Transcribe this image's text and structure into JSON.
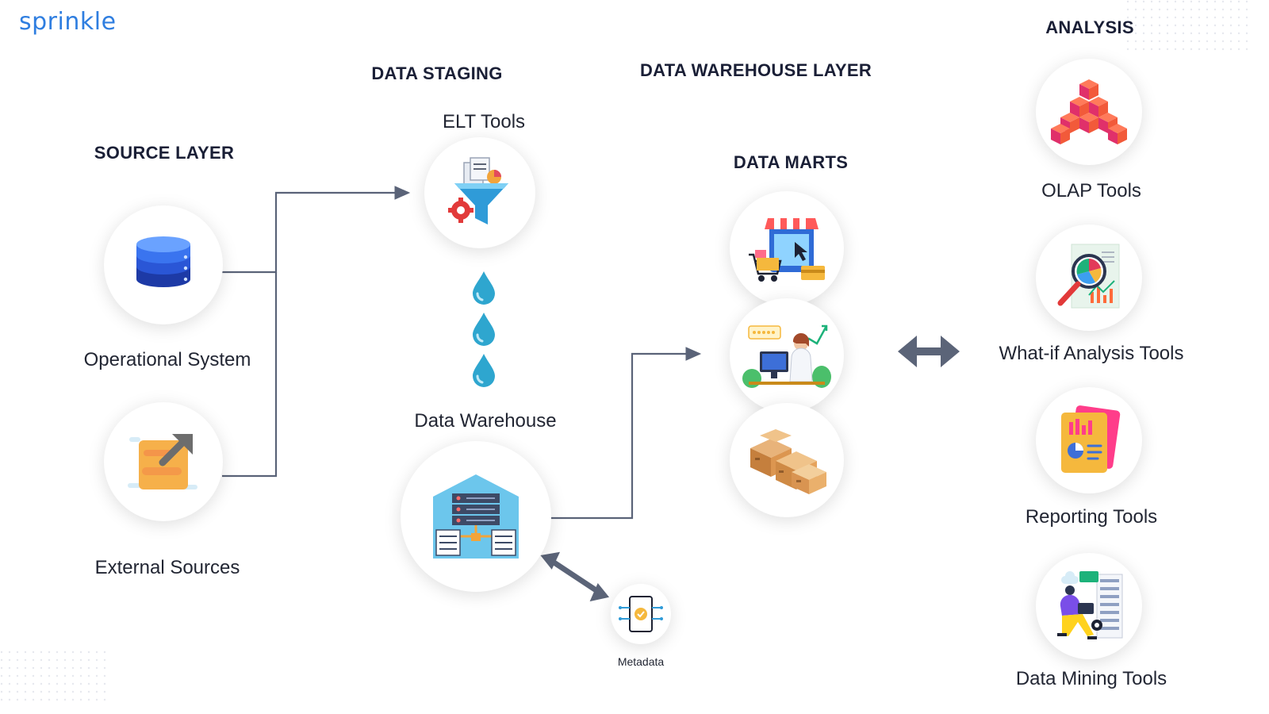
{
  "brand": {
    "logo_text": "sprinkle",
    "color": "#2f7ee0"
  },
  "layers": {
    "source": {
      "heading": "SOURCE LAYER",
      "items": [
        "Operational System",
        "External Sources"
      ]
    },
    "staging": {
      "heading": "DATA STAGING",
      "elt_label": "ELT Tools",
      "warehouse_label": "Data Warehouse"
    },
    "warehouse": {
      "heading": "DATA WAREHOUSE LAYER",
      "marts_heading": "DATA MARTS"
    },
    "analysis": {
      "heading": "ANALYSIS",
      "items": [
        "OLAP Tools",
        "What-if Analysis Tools",
        "Reporting Tools",
        "Data Mining Tools"
      ]
    }
  },
  "metadata": {
    "label": "Metadata"
  },
  "icons": {
    "operational_system": "database-icon",
    "external_sources": "external-link-icon",
    "elt_tools": "funnel-gear-icon",
    "drops": "water-drop-icon",
    "data_warehouse": "warehouse-server-icon",
    "metadata": "metadata-chip-icon",
    "marts": [
      "storefront-cart-icon",
      "support-agent-icon",
      "stacked-boxes-icon"
    ],
    "analysis": [
      "olap-cubes-icon",
      "magnifier-chart-icon",
      "report-document-icon",
      "data-mining-person-icon"
    ]
  },
  "colors": {
    "connector": "#5a6378",
    "arrow": "#5b6478",
    "drop": "#2ea6cf",
    "heading": "#1a1f36"
  }
}
